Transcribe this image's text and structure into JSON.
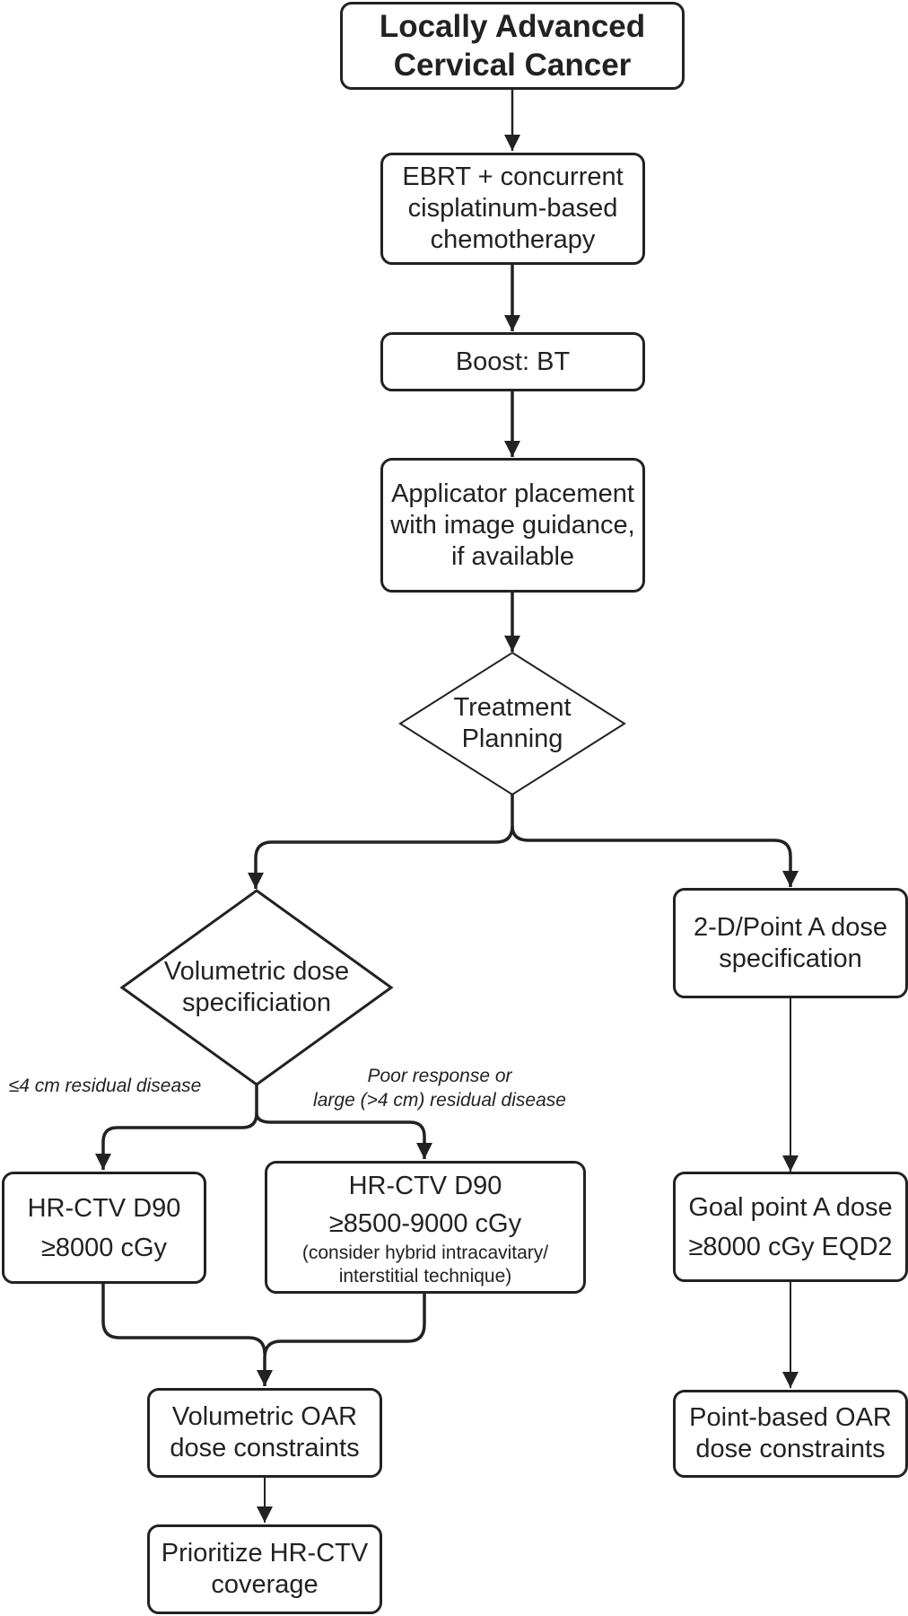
{
  "nodes": {
    "start": {
      "lines": [
        "Locally Advanced",
        "Cervical Cancer"
      ]
    },
    "ebrt": {
      "lines": [
        "EBRT + concurrent",
        "cisplatinum-based",
        "chemotherapy"
      ]
    },
    "boost": {
      "lines": [
        "Boost: BT"
      ]
    },
    "applicator": {
      "lines": [
        "Applicator placement",
        "with image guidance,",
        "if available"
      ]
    },
    "planning": {
      "lines": [
        "Treatment",
        "Planning"
      ]
    },
    "volumetric": {
      "lines": [
        "Volumetric dose",
        "specificiation"
      ]
    },
    "point_a": {
      "lines": [
        "2-D/Point A dose",
        "specification"
      ]
    },
    "hrctv_8000": {
      "lines": [
        "HR-CTV D90",
        "≥8000 cGy"
      ]
    },
    "hrctv_8500": {
      "lines": [
        "HR-CTV D90",
        "≥8500-9000 cGy"
      ],
      "note": [
        "(consider hybrid intracavitary/",
        "interstitial technique)"
      ]
    },
    "goal_point_a": {
      "lines": [
        "Goal point A dose",
        "≥8000 cGy EQD2"
      ]
    },
    "vol_oar": {
      "lines": [
        "Volumetric OAR",
        "dose constraints"
      ]
    },
    "point_oar": {
      "lines": [
        "Point-based OAR",
        "dose constraints"
      ]
    },
    "prioritize": {
      "lines": [
        "Prioritize HR-CTV",
        "coverage"
      ]
    }
  },
  "branch_labels": {
    "small_residual": "≤4 cm residual disease",
    "large_residual": [
      "Poor response or",
      "large (>4 cm) residual disease"
    ]
  }
}
